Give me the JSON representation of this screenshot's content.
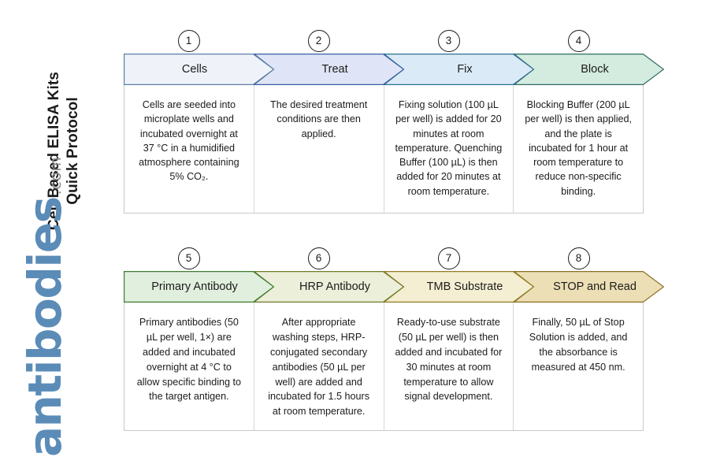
{
  "title": {
    "text": "Cell Based ELISA Kits\nQuick Protocol"
  },
  "logo": {
    "word": "antibodies",
    "suffix": ".com",
    "word_color": "#5b8cb8",
    "suffix_color": "#8a8a8a"
  },
  "rows": [
    {
      "steps": [
        {
          "number": "1",
          "label": "Cells",
          "fill": "#eff3f9",
          "stroke": "#5d7ea6",
          "body": "Cells are seeded into microplate wells and incubated overnight at 37 °C in a humidified atmosphere containing 5% CO₂."
        },
        {
          "number": "2",
          "label": "Treat",
          "fill": "#dfe5f6",
          "stroke": "#3b5fa3",
          "body": "The desired treatment conditions are then applied."
        },
        {
          "number": "3",
          "label": "Fix",
          "fill": "#daeaf7",
          "stroke": "#2f6f96",
          "body": "Fixing solution (100 µL per well) is added for 20 minutes at room temperature. Quenching Buffer (100 µL) is then added for 20 minutes at room temperature."
        },
        {
          "number": "4",
          "label": "Block",
          "fill": "#d4ecdf",
          "stroke": "#2f6b63",
          "body": "Blocking Buffer (200 µL per well) is then applied, and the plate is incubated for 1 hour at room temperature to reduce non-specific binding."
        }
      ]
    },
    {
      "steps": [
        {
          "number": "5",
          "label": "Primary Antibody",
          "fill": "#e1f0de",
          "stroke": "#3e7d2f",
          "body": "Primary antibodies (50 µL per well, 1×) are added and incubated overnight at 4 °C to allow specific binding to the target antigen."
        },
        {
          "number": "6",
          "label": "HRP Antibody",
          "fill": "#ecf0da",
          "stroke": "#6f7a28",
          "body": "After appropriate washing steps, HRP-conjugated secondary antibodies (50 µL per well) are added and incubated for 1.5 hours at room temperature."
        },
        {
          "number": "7",
          "label": "TMB Substrate",
          "fill": "#f4efd2",
          "stroke": "#917b25",
          "body": "Ready-to-use substrate (50 µL per well) is then added and incubated for 30 minutes at room temperature to allow signal development."
        },
        {
          "number": "8",
          "label": "STOP and Read",
          "fill": "#ecdfb5",
          "stroke": "#8a6f22",
          "body": "Finally, 50 µL of Stop Solution is added, and the absorbance is measured at 450 nm."
        }
      ]
    }
  ]
}
